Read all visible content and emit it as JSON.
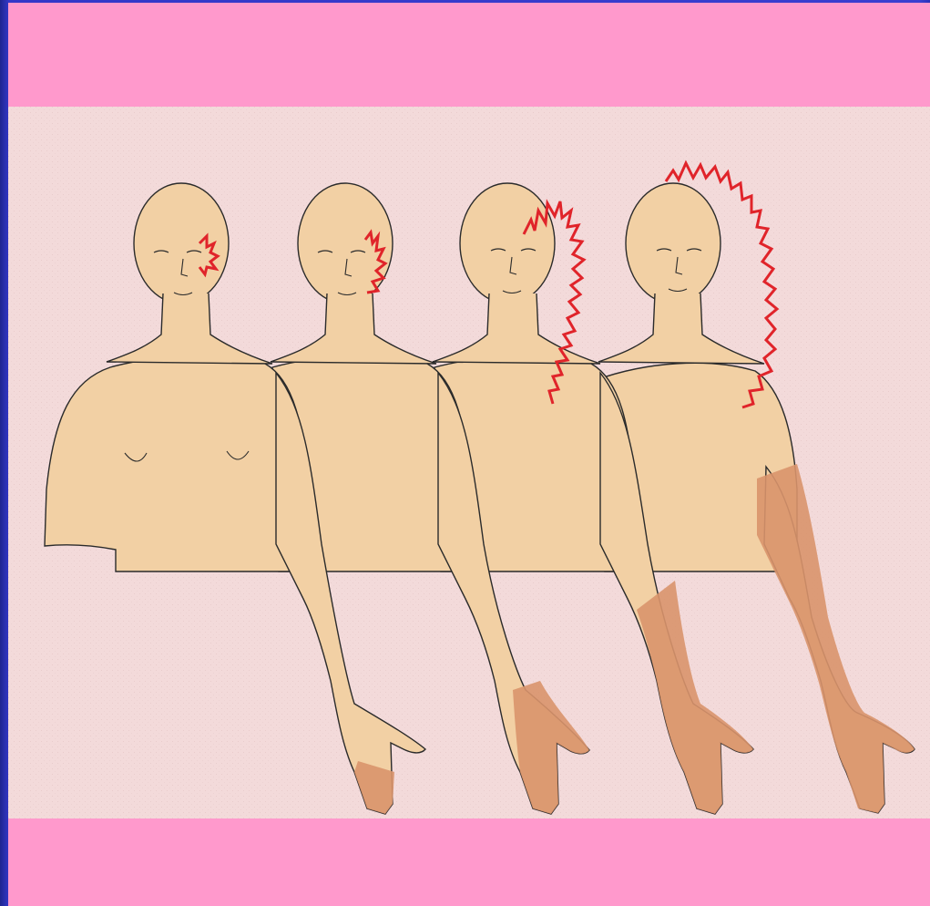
{
  "slide": {
    "top_band_color": "#ff99cc",
    "bottom_band_color": "#ff99cc",
    "frame_color": "#2a2fb4",
    "panel_background": "#f3dada"
  },
  "figure": {
    "panel_count": 4,
    "skin_color": "#f2d0a4",
    "referred_pain_color": "#d9936b",
    "pain_zigzag_color": "#e0242a",
    "outline_color": "#2b2b2b",
    "panels": [
      {
        "pain_site": "eye",
        "referred_area": "palm-edge"
      },
      {
        "pain_site": "temple",
        "referred_area": "hand"
      },
      {
        "pain_site": "side-of-head-to-neck",
        "referred_area": "forearm-and-hand"
      },
      {
        "pain_site": "top-of-head-to-shoulder",
        "referred_area": "whole-arm"
      }
    ]
  }
}
